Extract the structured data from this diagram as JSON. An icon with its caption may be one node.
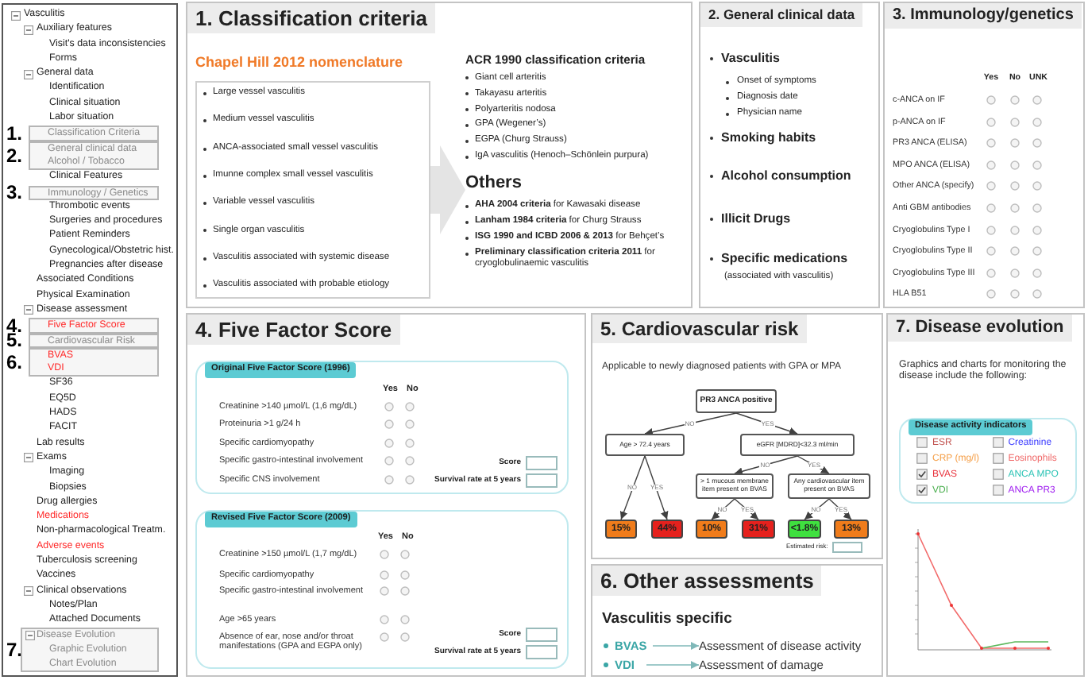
{
  "diagram": {
    "nodes": [
      {
        "text": [],
        "shape": "box"
      },
      {
        "text": [
          "Classification Criteria"
        ],
        "in": 0,
        "beside": [
          "1."
        ]
      },
      {
        "text": [
          "General clinical data",
          "Alcohol / Tobacco"
        ],
        "in": 0,
        "beside": [
          "2."
        ]
      },
      {
        "text": [
          "Immunology / Genetics"
        ],
        "in": 0,
        "beside": [
          "3."
        ]
      },
      {
        "text": [
          "Five Factor Score"
        ],
        "in": 0,
        "beside": [
          "4."
        ]
      },
      {
        "text": [
          "Cardiovascular Risk"
        ],
        "in": 0,
        "beside": [
          "5."
        ]
      },
      {
        "text": [
          "BVAS",
          "VDI"
        ],
        "in": 0,
        "beside": [
          "6."
        ]
      },
      {
        "text": [
          "Disease Evolution",
          "Graphic Evolution",
          "Chart Evolution"
        ],
        "in": 0,
        "beside": [
          "7."
        ]
      },
      {
        "text": [
          "1. Classification criteria"
        ]
      },
      {
        "text": [
          "Large vessel vasculitis",
          "Medium vessel vasculitis",
          "ANCA-associated small vessel vasculitis",
          "Imunne complex small vessel vasculitis",
          "Variable vessel vasculitis",
          "Single organ vasculitis",
          "Vasculitis associated with systemic disease",
          "Vasculitis associated with probable etiology"
        ],
        "in": 8
      },
      {
        "text": [
          "ACR 1990 classification criteria",
          "Giant cell arteritis",
          "Takayasu arteritis",
          "Polyarteritis nodosa",
          "GPA (Wegener’s)",
          "EGPA (Churg Strauss)",
          "IgA vasculitis (Henoch–Schönlein purpura)",
          "Others",
          "**AHA 2004 criteria** for Kawasaki disease",
          "**Lanham 1984 criteria** for Churg Strauss",
          "**ISG 1990 and ICBD 2006 & 2013** for Behçet’s",
          "**Preliminary classification criteria 2011** for cryoglobulinaemic vasculitis"
        ],
        "in": 8
      },
      {
        "text": [
          "2. General clinical data"
        ]
      },
      {
        "text": [
          "3. Immunology/genetics"
        ]
      },
      {
        "text": [
          "4. Five Factor Score"
        ]
      },
      {
        "text": [
          "Original Five Factor Score (1996)"
        ],
        "in": 13
      },
      {
        "text": [
          "Revised Five Factor Score (2009)"
        ],
        "in": 13
      },
      {
        "text": [
          "5. Cardiovascular risk"
        ]
      },
      {
        "text": [
          "PR3 ANCA positive"
        ],
        "in": 16
      },
      {
        "text": [
          "Age > 72.4 years"
        ],
        "in": 16
      },
      {
        "text": [
          "eGFR [MDRD]<32.3 ml/min"
        ],
        "in": 16
      },
      {
        "text": [
          "> 1 mucous membrane item present on BVAS"
        ],
        "in": 16
      },
      {
        "text": [
          "Any cardiovascular item present on BVAS"
        ],
        "in": 16
      },
      {
        "text": [
          "15%"
        ],
        "in": 16
      },
      {
        "text": [
          "44%"
        ],
        "in": 16
      },
      {
        "text": [
          "10%"
        ],
        "in": 16
      },
      {
        "text": [
          "31%"
        ],
        "in": 16
      },
      {
        "text": [
          "<1.8%"
        ],
        "in": 16
      },
      {
        "text": [
          "13%"
        ],
        "in": 16
      },
      {
        "text": [
          "6. Other assessments"
        ]
      },
      {
        "text": [
          "BVAS"
        ],
        "in": 28
      },
      {
        "text": [
          "Assessment of disease activity"
        ],
        "in": 28
      },
      {
        "text": [
          "VDI"
        ],
        "in": 28
      },
      {
        "text": [
          "Assessment of damage"
        ],
        "in": 28
      },
      {
        "text": [
          "7. Disease evolution"
        ]
      },
      {
        "text": [
          "Disease activity indicators"
        ],
        "in": 33
      }
    ],
    "edges": [
      {
        "from": 9,
        "to": 10,
        "arrow": "to",
        "style": "thick",
        "color": "#e4e4e4"
      },
      {
        "from": 17,
        "to": 18,
        "arrow": "to",
        "label": "NO"
      },
      {
        "from": 17,
        "to": 19,
        "arrow": "to",
        "label": "YES"
      },
      {
        "from": 18,
        "to": 22,
        "arrow": "to",
        "label": "NO"
      },
      {
        "from": 18,
        "to": 23,
        "arrow": "to",
        "label": "YES"
      },
      {
        "from": 19,
        "to": 20,
        "arrow": "to",
        "label": "NO"
      },
      {
        "from": 19,
        "to": 21,
        "arrow": "to",
        "label": "YES"
      },
      {
        "from": 20,
        "to": 24,
        "arrow": "to",
        "label": "NO"
      },
      {
        "from": 20,
        "to": 25,
        "arrow": "to",
        "label": "YES"
      },
      {
        "from": 21,
        "to": 26,
        "arrow": "to",
        "label": "NO"
      },
      {
        "from": 21,
        "to": 27,
        "arrow": "to",
        "label": "YES"
      },
      {
        "from": 29,
        "to": 30,
        "arrow": "to",
        "color": "#7fb8b8"
      },
      {
        "from": 31,
        "to": 32,
        "arrow": "to",
        "color": "#7fb8b8"
      }
    ],
    "labels": [
      "Vasculitis",
      "Auxiliary features",
      "Visit's data inconsistencies",
      "Forms",
      "General data",
      "Identification",
      "Clinical situation",
      "Labor situation",
      "Clinical Features",
      "Thrombotic events",
      "Surgeries and procedures",
      "Patient Reminders",
      "Gynecological/Obstetric hist.",
      "Pregnancies after disease",
      "Associated Conditions",
      "Physical Examination",
      "Disease assessment",
      "SF36",
      "EQ5D",
      "HADS",
      "FACIT",
      "Lab results",
      "Exams",
      "Imaging",
      "Biopsies",
      "Drug allergies",
      "Medications",
      "Non-pharmacological Treatm.",
      "Adverse events",
      "Tuberculosis screening",
      "Vaccines",
      "Clinical observations",
      "Notes/Plan",
      "Attached Documents",
      "Chapel Hill 2012 nomenclature",
      "Vasculitis",
      "Onset of symptoms",
      "Diagnosis date",
      "Physician name",
      "Smoking habits",
      "Alcohol consumption",
      "Illicit Drugs",
      "Specific medications",
      "(associated with vasculitis)",
      "Yes",
      "No",
      "UNK",
      "c-ANCA on IF",
      "p-ANCA on IF",
      "PR3 ANCA (ELISA)",
      "MPO ANCA (ELISA)",
      "Other ANCA (specify)",
      "Anti GBM antibodies",
      "Cryoglobulins Type I",
      "Cryoglobulins Type II",
      "Cryoglobulins Type III",
      "HLA B51",
      "Yes",
      "No",
      "Creatinine >140 µmol/L (1,6 mg/dL)",
      "Proteinuria >1 g/24 h",
      "Specific cardiomyopathy",
      "Specific gastro-intestinal involvement",
      "Specific CNS involvement",
      "Score",
      "Survival rate at 5 years",
      "Yes",
      "No",
      "Creatinine >150 µmol/L (1,7 mg/dL)",
      "Specific cardiomyopathy",
      "Specific gastro-intestinal involvement",
      "Age >65 years",
      "Absence of ear, nose and/or throat manifestations (GPA and EGPA only)",
      "Score",
      "Survival rate at 5 years",
      "Applicable to newly diagnosed patients with GPA or MPA",
      "Estimated risk:",
      "Vasculitis specific",
      "Graphics and charts for monitoring the disease include the following:",
      "ESR",
      "Creatinine",
      "CRP (mg/l)",
      "Eosinophils",
      "BVAS",
      "ANCA MPO",
      "VDI",
      "ANCA PR3"
    ]
  }
}
